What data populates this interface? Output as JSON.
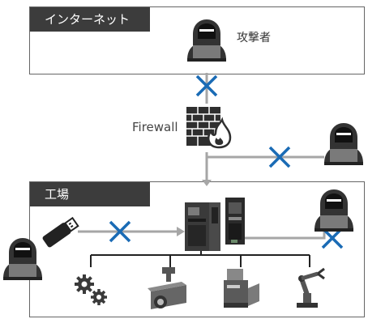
{
  "zones": {
    "internet": "インターネット",
    "factory": "工場"
  },
  "labels": {
    "attacker": "攻撃者",
    "firewall": "Firewall"
  },
  "colors": {
    "line": "#a6a6a6",
    "cross": "#1a6bb5",
    "tab": "#3c3c3c",
    "icon": "#3a3a3a"
  },
  "icons": [
    "hacker-icon",
    "firewall-icon",
    "usb-drive-icon",
    "plc-icon",
    "gears-icon",
    "camera-icon",
    "printer-icon",
    "robot-arm-icon"
  ]
}
